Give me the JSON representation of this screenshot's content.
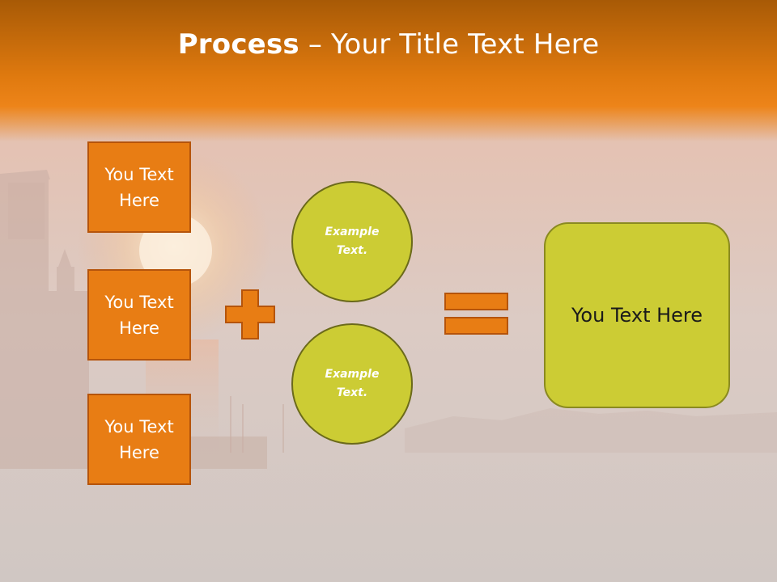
{
  "slide": {
    "title_bold": "Process",
    "title_rest": " – Your Title Text Here"
  },
  "left_boxes": [
    {
      "label": "You Text Here"
    },
    {
      "label": "You Text Here"
    },
    {
      "label": "You Text Here"
    }
  ],
  "circles": [
    {
      "label": "Example Text."
    },
    {
      "label": "Example Text."
    }
  ],
  "result": {
    "label": "You Text Here"
  },
  "operators": {
    "plus": "plus-sign",
    "equals": "equals-sign"
  },
  "colors": {
    "orange": "#e87d14",
    "orange_dark": "#b5540b",
    "olive": "#cccc34",
    "olive_border": "#6b6a1a",
    "background": "#d1c6c1"
  }
}
